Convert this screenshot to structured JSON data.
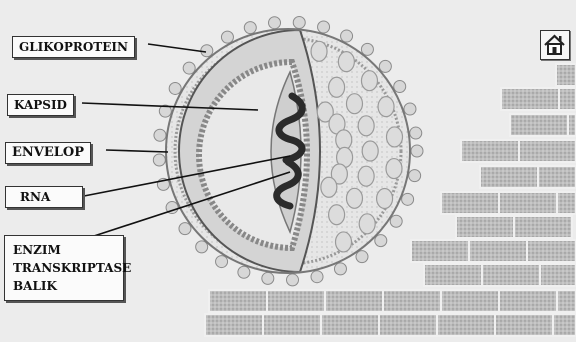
{
  "labels": {
    "glikoprotein": "GLIKOPROTEIN",
    "kapsid": "KAPSID",
    "envelop": "ENVELOP",
    "rna": "RNA",
    "enzim_lines": [
      "ENZIM",
      "TRANSKRIPTASE",
      "BALIK"
    ]
  },
  "home_button": {
    "icon": "home-icon"
  }
}
